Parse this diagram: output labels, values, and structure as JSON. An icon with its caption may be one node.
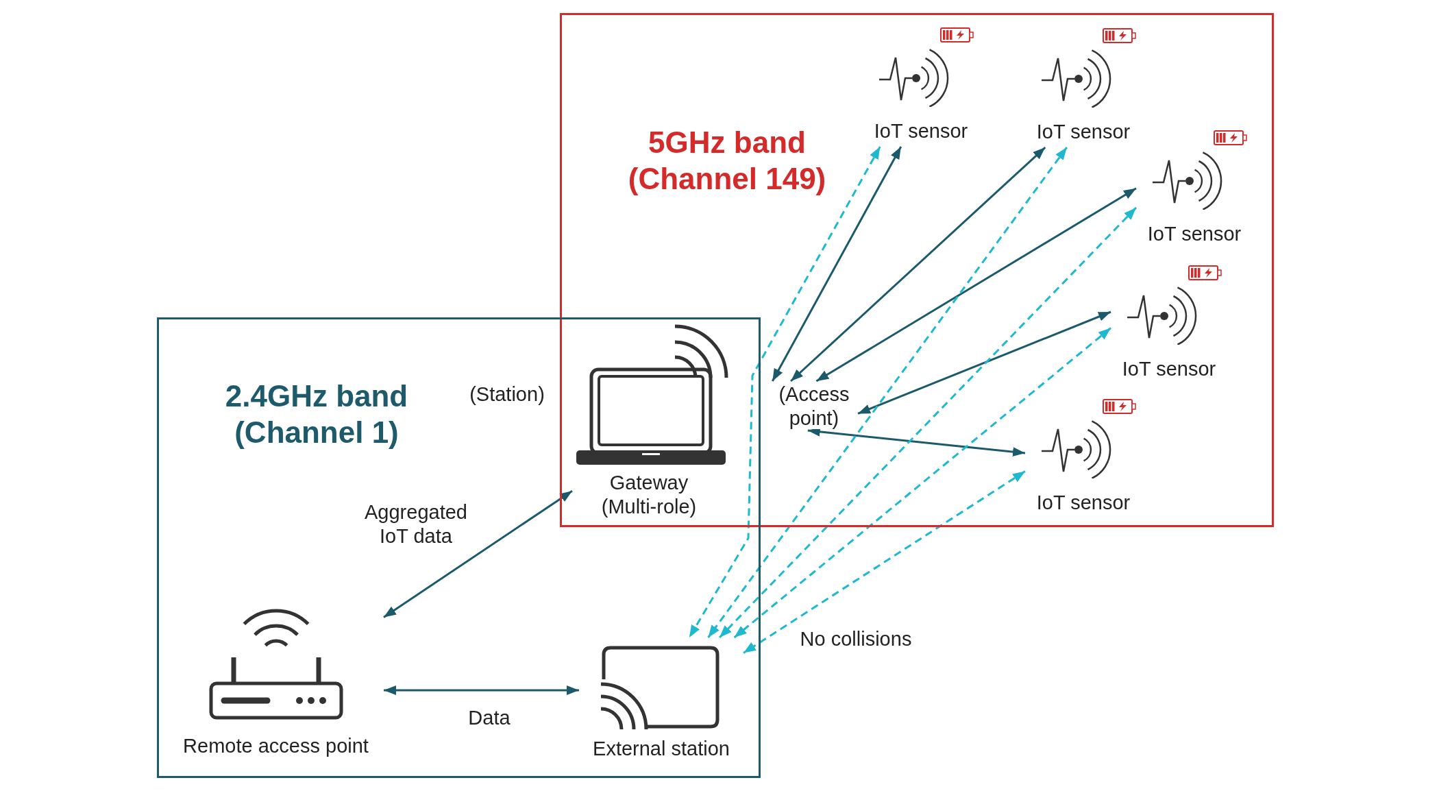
{
  "diagram": {
    "nodes": [
      {
        "text": [
          "5GHz band (Channel 149)"
        ]
      },
      {
        "text": [
          "2.4GHz band (Channel 1)"
        ]
      },
      {
        "text": [
          "Gateway (Multi-role)"
        ],
        "beside": [
          "(Station)"
        ]
      },
      {
        "text": [
          "(Access point)"
        ],
        "in": 0
      },
      {
        "text": [
          "IoT sensor"
        ],
        "in": 0
      },
      {
        "text": [
          "IoT sensor"
        ],
        "in": 0
      },
      {
        "text": [
          "IoT sensor"
        ],
        "in": 0
      },
      {
        "text": [
          "IoT sensor"
        ],
        "in": 0
      },
      {
        "text": [
          "IoT sensor"
        ],
        "in": 0
      },
      {
        "text": [
          "Remote access point"
        ],
        "in": 1
      },
      {
        "text": [
          "External station"
        ],
        "in": 1
      }
    ],
    "edges": [
      {
        "from": 3,
        "to": 4,
        "arrow": "both"
      },
      {
        "from": 3,
        "to": 5,
        "arrow": "both"
      },
      {
        "from": 3,
        "to": 6,
        "arrow": "both"
      },
      {
        "from": 3,
        "to": 7,
        "arrow": "both"
      },
      {
        "from": 3,
        "to": 8,
        "arrow": "both"
      },
      {
        "from": 4,
        "to": 10,
        "arrow": "both",
        "style": "dashed",
        "color": "#1fb9cf"
      },
      {
        "from": 5,
        "to": 10,
        "arrow": "both",
        "style": "dashed",
        "color": "#1fb9cf"
      },
      {
        "from": 6,
        "to": 10,
        "arrow": "both",
        "style": "dashed",
        "color": "#1fb9cf"
      },
      {
        "from": 7,
        "to": 10,
        "arrow": "both",
        "style": "dashed",
        "color": "#1fb9cf"
      },
      {
        "from": 8,
        "to": 10,
        "arrow": "both",
        "style": "dashed",
        "color": "#1fb9cf"
      },
      {
        "from": 2,
        "to": 9,
        "arrow": "both",
        "label": "Aggregated IoT data"
      },
      {
        "from": 9,
        "to": 10,
        "arrow": "both",
        "label": "Data"
      }
    ],
    "labels": [
      "No collisions"
    ]
  }
}
